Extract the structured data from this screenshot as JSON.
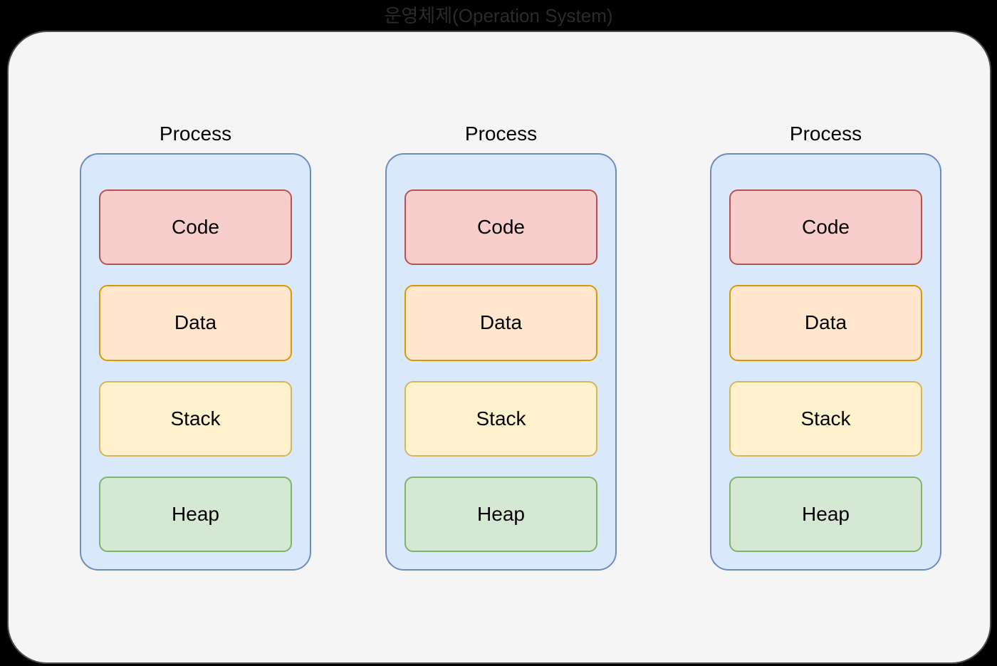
{
  "title": "운영체제(Operation System)",
  "colors": {
    "background": "#000000",
    "title_text": "#2b2b2b",
    "os_container_fill": "#f5f5f5",
    "os_container_border": "#4d4d4d",
    "process_fill": "#dae8fc",
    "process_border": "#6c8ebf",
    "code_fill": "#f8cecc",
    "code_border": "#b85450",
    "data_fill": "#ffe6cc",
    "data_border": "#d79b00",
    "stack_fill": "#fff2cc",
    "stack_border": "#d6b656",
    "heap_fill": "#d5e8d4",
    "heap_border": "#82b366",
    "label_text": "#000000"
  },
  "processes": [
    {
      "label": "Process",
      "segments": [
        {
          "label": "Code",
          "kind": "code"
        },
        {
          "label": "Data",
          "kind": "data"
        },
        {
          "label": "Stack",
          "kind": "stack"
        },
        {
          "label": "Heap",
          "kind": "heap"
        }
      ]
    },
    {
      "label": "Process",
      "segments": [
        {
          "label": "Code",
          "kind": "code"
        },
        {
          "label": "Data",
          "kind": "data"
        },
        {
          "label": "Stack",
          "kind": "stack"
        },
        {
          "label": "Heap",
          "kind": "heap"
        }
      ]
    },
    {
      "label": "Process",
      "segments": [
        {
          "label": "Code",
          "kind": "code"
        },
        {
          "label": "Data",
          "kind": "data"
        },
        {
          "label": "Stack",
          "kind": "stack"
        },
        {
          "label": "Heap",
          "kind": "heap"
        }
      ]
    }
  ]
}
